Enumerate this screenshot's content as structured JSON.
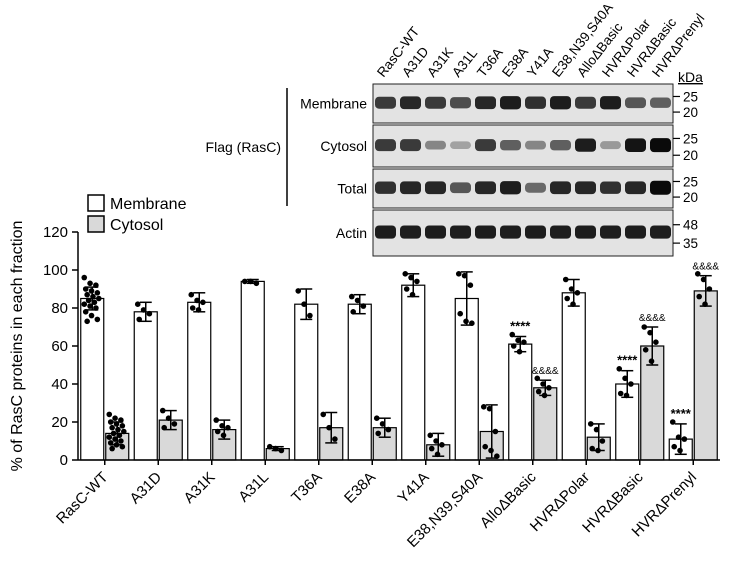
{
  "chart_data": {
    "type": "bar",
    "categories": [
      "RasC-WT",
      "A31D",
      "A31K",
      "A31L",
      "T36A",
      "E38A",
      "Y41A",
      "E38,N39,S40A",
      "AlloΔBasic",
      "HVRΔPolar",
      "HVRΔBasic",
      "HVRΔPrenyl"
    ],
    "ylabel": "% of RasC proteins in each fraction",
    "ylim": [
      0,
      120
    ],
    "yticks": [
      0,
      20,
      40,
      60,
      80,
      100,
      120
    ],
    "grid": false,
    "legend_position": "top-left",
    "series": [
      {
        "name": "Membrane",
        "color": "#ffffff",
        "values": [
          85,
          78,
          83,
          94,
          82,
          82,
          92,
          85,
          61,
          88,
          40,
          11
        ],
        "errors": [
          6,
          5,
          5,
          1,
          8,
          5,
          6,
          14,
          4,
          7,
          7,
          8
        ],
        "points": [
          [
            96,
            93,
            92,
            90,
            89,
            88,
            87,
            86,
            85,
            84,
            83,
            82,
            81,
            80,
            78,
            76,
            74,
            73
          ],
          [
            82,
            79,
            77,
            74
          ],
          [
            87,
            84,
            83,
            80,
            79
          ],
          [
            94,
            94,
            93
          ],
          [
            89,
            82,
            76
          ],
          [
            86,
            84,
            81,
            78
          ],
          [
            98,
            96,
            94,
            90,
            87
          ],
          [
            98,
            97,
            92,
            77,
            73,
            72
          ],
          [
            66,
            63,
            62,
            60,
            57
          ],
          [
            95,
            90,
            88,
            85,
            82
          ],
          [
            48,
            43,
            40,
            35,
            34
          ],
          [
            20,
            12,
            11,
            7,
            5
          ]
        ],
        "annotations": [
          "",
          "",
          "",
          "",
          "",
          "",
          "",
          "",
          "****",
          "",
          "****",
          "****"
        ]
      },
      {
        "name": "Cytosol",
        "color": "#d9d9d9",
        "values": [
          14,
          21,
          16,
          6,
          17,
          17,
          8,
          15,
          38,
          12,
          60,
          89
        ],
        "errors": [
          6,
          5,
          5,
          1,
          8,
          5,
          6,
          14,
          4,
          7,
          10,
          8
        ],
        "points": [
          [
            24,
            22,
            21,
            20,
            19,
            18,
            17,
            16,
            15,
            14,
            13,
            12,
            11,
            10,
            9,
            8,
            7,
            6
          ],
          [
            26,
            22,
            19,
            17
          ],
          [
            21,
            18,
            17,
            15,
            13
          ],
          [
            7,
            6,
            5
          ],
          [
            24,
            17,
            11
          ],
          [
            22,
            19,
            16,
            14
          ],
          [
            13,
            10,
            8,
            6,
            3
          ],
          [
            28,
            27,
            15,
            7,
            5,
            2
          ],
          [
            43,
            40,
            38,
            36,
            34
          ],
          [
            19,
            16,
            10,
            6,
            5
          ],
          [
            70,
            67,
            62,
            58,
            52
          ],
          [
            98,
            95,
            90,
            86,
            82
          ]
        ],
        "annotations": [
          "",
          "",
          "",
          "",
          "",
          "",
          "",
          "",
          "&&&&",
          "",
          "&&&&",
          "&&&&"
        ]
      }
    ]
  },
  "blot": {
    "lanes": [
      "RasC-WT",
      "A31D",
      "A31K",
      "A31L",
      "T36A",
      "E38A",
      "Y41A",
      "E38,N39,S40A",
      "AlloΔBasic",
      "HVRΔPolar",
      "HVRΔBasic",
      "HVRΔPrenyl"
    ],
    "antibody": "Flag (RasC)",
    "units": "kDa",
    "panels": [
      {
        "label": "Membrane",
        "markers": [
          "25",
          "20"
        ],
        "intensity": [
          0.75,
          0.85,
          0.75,
          0.65,
          0.85,
          0.9,
          0.8,
          0.9,
          0.75,
          0.9,
          0.6,
          0.55
        ]
      },
      {
        "label": "Cytosol",
        "markers": [
          "25",
          "20"
        ],
        "intensity": [
          0.75,
          0.75,
          0.35,
          0.2,
          0.75,
          0.55,
          0.35,
          0.55,
          0.9,
          0.25,
          0.95,
          1.0
        ]
      },
      {
        "label": "Total",
        "markers": [
          "25",
          "20"
        ],
        "intensity": [
          0.8,
          0.85,
          0.85,
          0.6,
          0.85,
          0.9,
          0.5,
          0.85,
          0.85,
          0.8,
          0.85,
          1.0
        ]
      },
      {
        "label": "Actin",
        "markers": [
          "48",
          "35"
        ],
        "intensity": [
          0.9,
          0.9,
          0.9,
          0.9,
          0.9,
          0.9,
          0.9,
          0.9,
          0.9,
          0.9,
          0.9,
          0.9
        ]
      }
    ]
  }
}
